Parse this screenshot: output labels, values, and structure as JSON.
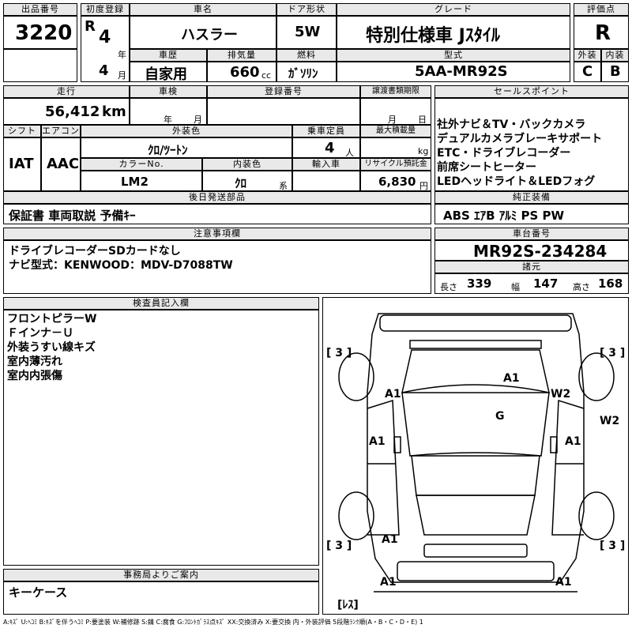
{
  "header": {
    "lot_number_label": "出品番号",
    "lot_number": "3220",
    "first_reg_label": "初度登録",
    "era": "R",
    "year": "4",
    "year_unit": "年",
    "month": "4",
    "month_unit": "月",
    "model_label": "車名",
    "model": "ハスラー",
    "door_label": "ドア形状",
    "door": "5W",
    "grade_label": "グレード",
    "grade": "特別仕様車 Jｽﾀｲﾙ",
    "score_label": "評価点",
    "score": "R",
    "history_label": "車歴",
    "history": "自家用",
    "displacement_label": "排気量",
    "displacement": "660",
    "displacement_unit": "cc",
    "fuel_label": "燃料",
    "fuel": "ｶﾞｿﾘﾝ",
    "type_label": "型式",
    "type": "5AA-MR92S",
    "ext_label": "外装",
    "ext": "C",
    "int_label": "内装",
    "int": "B"
  },
  "row2": {
    "mileage_label": "走行",
    "mileage": "56,412",
    "mileage_unit": "km",
    "inspection_label": "車検",
    "inspection_year_unit": "年",
    "inspection_month_unit": "月",
    "plate_label": "登録番号",
    "transfer_label": "譲渡書類期限",
    "transfer_month_unit": "月",
    "transfer_day_unit": "日"
  },
  "row3": {
    "shift_label": "シフト",
    "shift": "IAT",
    "ac_label": "エアコン",
    "ac": "AAC",
    "color_label": "外装色",
    "color": "ｸﾛ/ﾂｰﾄﾝ",
    "capacity_label": "乗車定員",
    "capacity": "4",
    "capacity_unit": "人",
    "load_label": "最大積載量",
    "load_unit": "kg",
    "color_no_label": "カラーNo.",
    "color_no": "LM2",
    "int_color_label": "内装色",
    "int_color": "ｸﾛ",
    "int_color_unit": "系",
    "import_label": "輸入車",
    "recycle_label": "リサイクル預託金",
    "recycle": "6,830",
    "recycle_unit": "円"
  },
  "later": {
    "label": "後日発送部品",
    "text": "保証書 車両取説 予備ｷｰ"
  },
  "sales": {
    "label": "セールスポイント",
    "items": [
      "社外ナビ＆TV・バックカメラ",
      "デュアルカメラブレーキサポート",
      "ETC・ドライブレコーダー",
      "前席シートヒーター",
      "LEDヘッドライト＆LEDフォグ"
    ]
  },
  "equipment": {
    "label": "純正装備",
    "text": "ABS ｴｱB ｱﾙﾐ PS PW"
  },
  "notes": {
    "label": "注意事項欄",
    "lines": [
      "ドライブレコーダーSDカードなし",
      "ナビ型式：KENWOOD：MDV-D7088TW"
    ]
  },
  "chassis": {
    "label": "車台番号",
    "value": "MR92S-234284"
  },
  "dims": {
    "label": "諸元",
    "l_label": "長さ",
    "l": "339",
    "w_label": "幅",
    "w": "147",
    "h_label": "高さ",
    "h": "168"
  },
  "inspector": {
    "label": "検査員記入欄",
    "lines": [
      "フロントピラーW",
      "Ｆインナ－Ｕ",
      "外装うすい線キズ",
      "室内薄汚れ",
      "室内内張傷"
    ]
  },
  "office": {
    "label": "事務局よりご案内",
    "text": "キーケース"
  },
  "diagram": {
    "tire_fl": "[ 3 ]",
    "tire_fr": "[ 3 ]",
    "tire_rl": "[ 3 ]",
    "tire_rr": "[ 3 ]",
    "spare": "[ﾚｽ]",
    "marks": [
      "A1",
      "A1",
      "W2",
      "W2",
      "G",
      "A1",
      "A1",
      "A1",
      "A1",
      "A1"
    ]
  },
  "legend": "A:ｷｽﾞ U:ﾍｺﾐ B:ｷｽﾞを伴うﾍｺﾐ P:要塗装 W:補修跡 S:錆 C:腐食 G:ﾌﾛﾝﾄｶﾞﾗｽ点ｷｽﾞ XX:交換済み X:要交換 内・外装評価 5段階ﾗﾝｸ順(A・B・C・D・E) 1"
}
